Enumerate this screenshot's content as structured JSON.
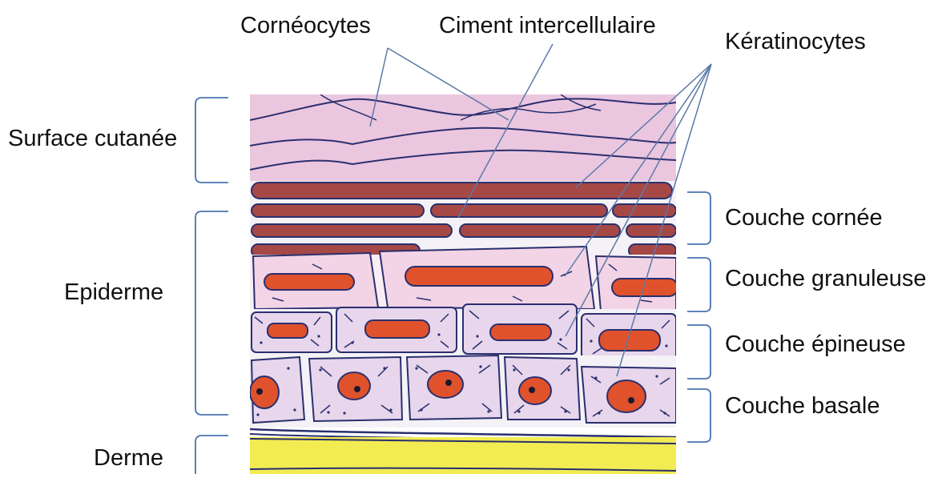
{
  "labels": {
    "corneocytes": "Cornéocytes",
    "ciment": "Ciment intercellulaire",
    "keratinocytes": "Kératinocytes",
    "surface": "Surface cutanée",
    "epiderme": "Epiderme",
    "derme": "Derme",
    "couche_cornee": "Couche cornée",
    "couche_granuleuse": "Couche granuleuse",
    "couche_epineuse": "Couche épineuse",
    "couche_basale": "Couche basale"
  },
  "colors": {
    "outline": "#2a2f6e",
    "surface_pink": "#ebc6df",
    "corneum_red": "#a54846",
    "granular_pink": "#f2d4e6",
    "nucleus_orange": "#e0522c",
    "cell_lavender": "#e7d6ec",
    "dermis_yellow": "#f2ec52",
    "leader_blue": "#5b79a8",
    "bracket_blue": "#4a74b0"
  }
}
